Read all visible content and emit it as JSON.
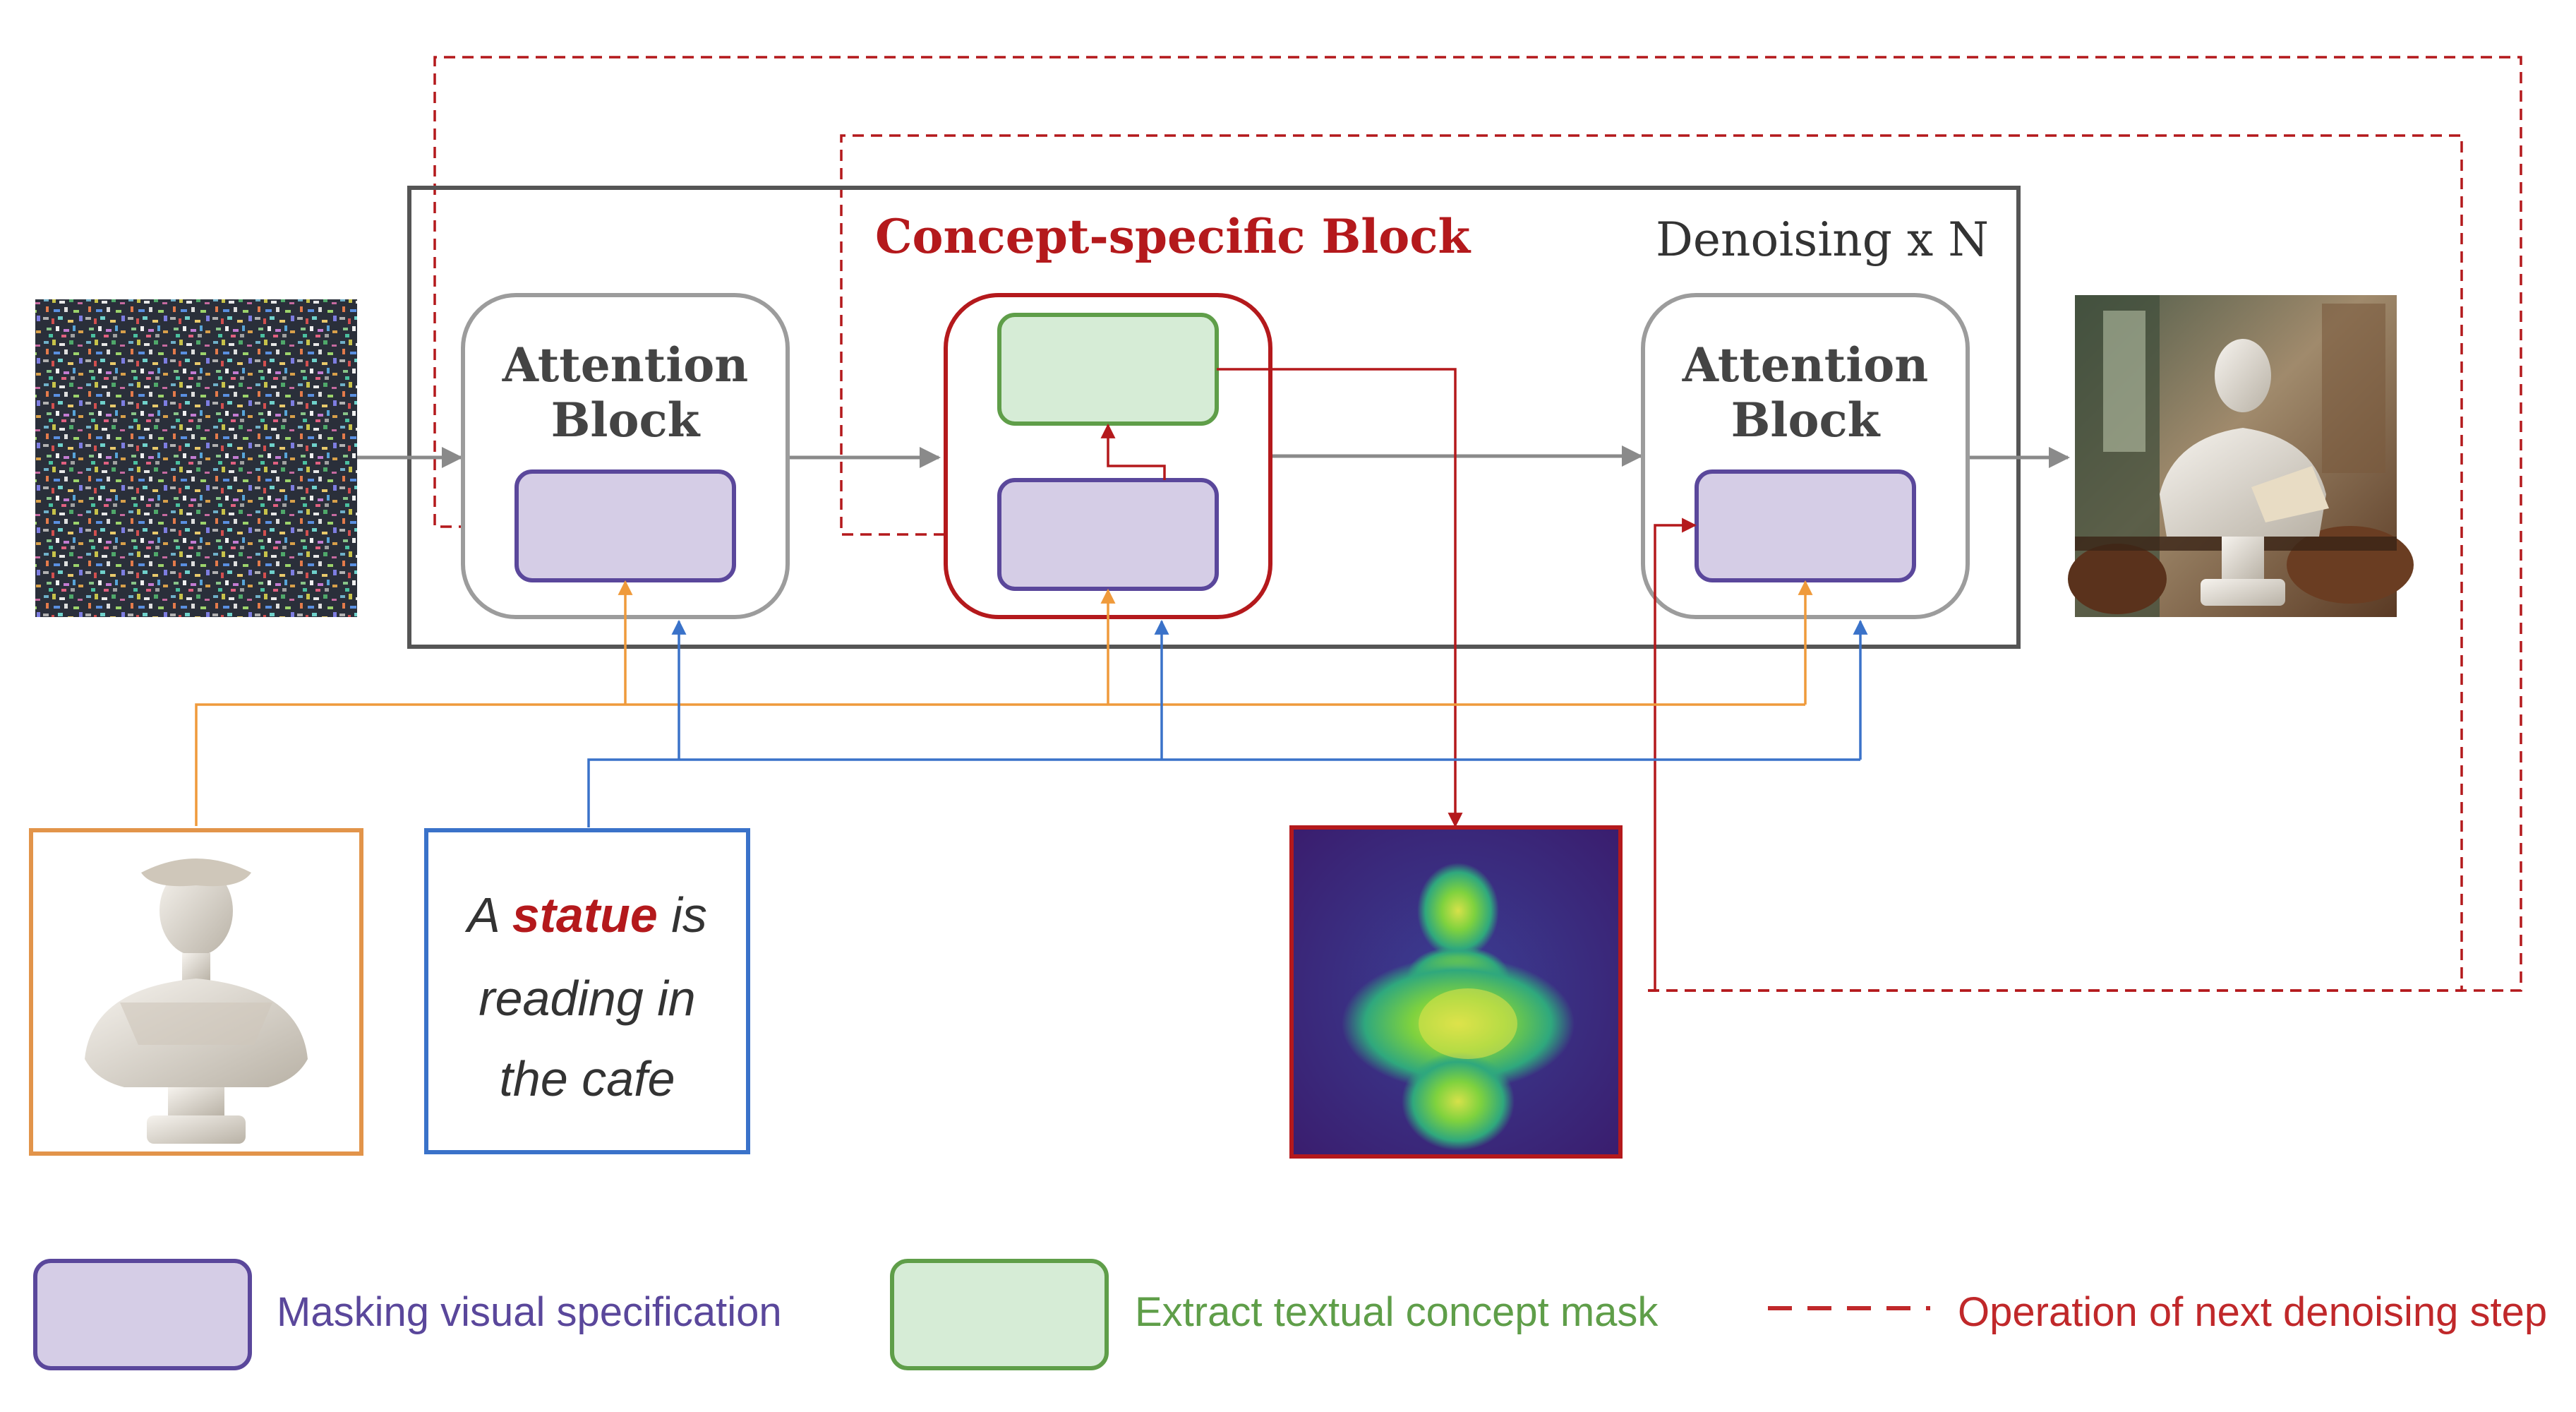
{
  "diagram": {
    "denoising_label": "Denoising x N",
    "concept_block_title": "Concept-specific Block",
    "attention_block_1": {
      "line1": "Attention",
      "line2": "Block"
    },
    "attention_block_2": {
      "line1": "Attention",
      "line2": "Block"
    },
    "prompt": {
      "line1_pre": "A ",
      "line1_highlight": "statue",
      "line1_post": " is",
      "line2": "reading in",
      "line3": "the cafe"
    },
    "legend": [
      {
        "label": "Masking visual specification",
        "color": "#5a479b"
      },
      {
        "label": "Extract textual concept mask",
        "color": "#5f9e49"
      },
      {
        "label": "Operation of next denoising step",
        "color": "#c0282a"
      }
    ]
  },
  "colors": {
    "purple_fill": "#d5cde6",
    "purple_stroke": "#5a479b",
    "green_fill": "#d6ecd6",
    "green_stroke": "#5f9e49",
    "red": "#b4191c",
    "orange": "#ef9a3b",
    "blue": "#3a72c9",
    "gray": "#8a8a8a",
    "frame": "#555555"
  }
}
